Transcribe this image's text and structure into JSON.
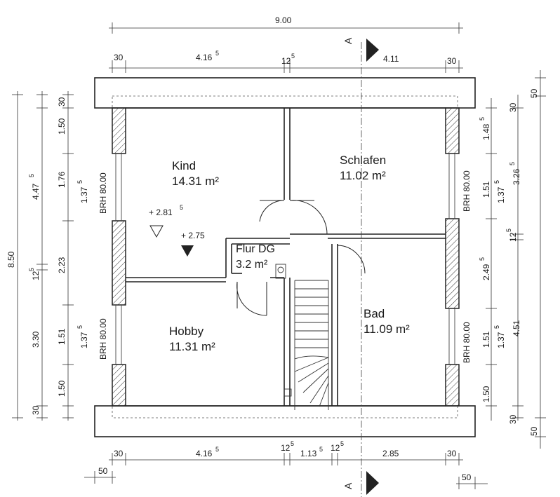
{
  "rooms": {
    "kind": {
      "name": "Kind",
      "area": "14.31 m²"
    },
    "schlafen": {
      "name": "Schlafen",
      "area": "11.02 m²"
    },
    "flur": {
      "name": "Flur DG",
      "area": "3.2 m²"
    },
    "hobby": {
      "name": "Hobby",
      "area": "11.31 m²"
    },
    "bad": {
      "name": "Bad",
      "area": "11.09 m²"
    }
  },
  "levels": {
    "upper": "+ 2.81",
    "upper_sup": "5",
    "lower": "+ 2.75"
  },
  "window_labels": {
    "left_top": "BRH 80.00",
    "left_bottom": "BRH 80.00",
    "right_top": "BRH 80.00",
    "right_bottom": "BRH 80.00"
  },
  "section_marker": {
    "top": "A",
    "bottom": "A"
  },
  "top_dims": {
    "overall": "9.00",
    "d1": "30",
    "d2": "4.16",
    "d2_sup": "5",
    "d3": "12",
    "d3_sup": "5",
    "d4": "4.11",
    "d5": "30"
  },
  "bottom_dims": {
    "d1": "30",
    "d2": "4.16",
    "d2_sup": "5",
    "d3": "12",
    "d3_sup": "5",
    "d4": "1.13",
    "d4_sup": "5",
    "d5": "12",
    "d5_sup": "5",
    "d6": "2.85",
    "d7": "30",
    "left_offset": "50",
    "right_offset": "50"
  },
  "left_dims": {
    "overall": "8.50",
    "mid_a": "4.47",
    "mid_a_sup": "5",
    "mid_b": "12",
    "mid_b_sup": "5",
    "mid_c": "3.30",
    "mid_d": "30",
    "i1": "30",
    "i2": "1.50",
    "i3": "1.76",
    "i4": "2.23",
    "i5": "1.51",
    "i6": "1.50",
    "w1": "1.37",
    "w1_sup": "5",
    "w2": "1.37",
    "w2_sup": "5"
  },
  "right_dims": {
    "top_offset": "50",
    "bottom_offset": "50",
    "i1": "30",
    "i2": "1.48",
    "i2_sup": "5",
    "i3": "1.51",
    "i4": "2.49",
    "i4_sup": "5",
    "i5": "1.51",
    "i6": "1.50",
    "i7": "30",
    "w1": "1.37",
    "w1_sup": "5",
    "w2": "12",
    "w2_sup": "5",
    "w3": "1.37",
    "w3_sup": "5",
    "o1": "3.26",
    "o1_sup": "5",
    "o2": "4.51"
  }
}
